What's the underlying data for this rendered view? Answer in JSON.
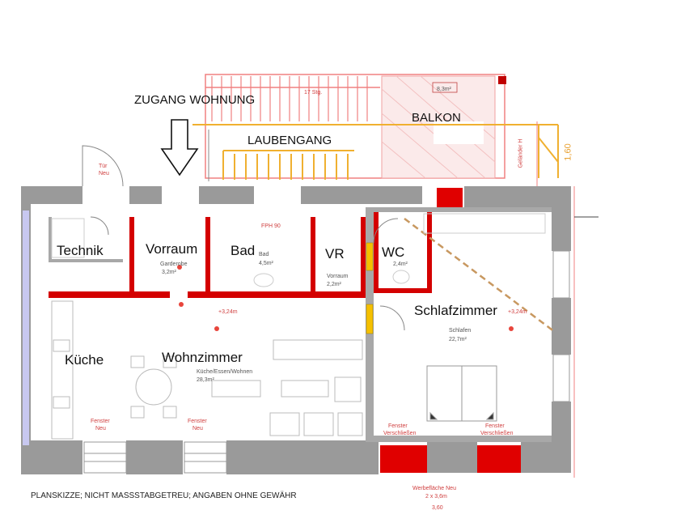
{
  "labels": {
    "zugang": "ZUGANG WOHNUNG",
    "balkon": "BALKON",
    "laubengang": "LAUBENGANG",
    "technik": "Technik",
    "vorraum": "Vorraum",
    "bad": "Bad",
    "vr": "VR",
    "wc": "WC",
    "kueche": "Küche",
    "wohnzimmer": "Wohnzimmer",
    "schlafzimmer": "Schlafzimmer"
  },
  "plan_text": {
    "vorraum_sub": "Garderobe",
    "vorraum_area": "3,2m²",
    "bad_sub": "Bad",
    "bad_area": "4,5m²",
    "vr_sub": "Vorraum",
    "vr_area": "2,2m²",
    "wc_area": "2,4m²",
    "wohnen_sub": "Küche/Essen/Wohnen",
    "wohnen_area": "28,3m²",
    "schlafen_sub": "Schlafen",
    "schlafen_area": "22,7m²",
    "fenster_neu": "Fenster",
    "neu": "Neu",
    "fenster_verschl": "Verschließen",
    "werbe": "Werbefläche Neu",
    "werbe_dim": "2 x 3,6m",
    "dim": "3,60",
    "level": "+3,24m",
    "tuer": "Tür",
    "tuer_neu": "Neu",
    "balkon_area": "8,3m²",
    "fph": "FPH 90",
    "height": "1,60",
    "gelaender": "Geländer H",
    "stiege": "17 Stg."
  },
  "footer": {
    "disclaimer": "PLANSKIZZE;  NICHT MASSSTABGETREU; ANGABEN OHNE GEWÄHR"
  },
  "colors": {
    "wall": "#9a9a9a",
    "wall_new": "#d90000",
    "annotation": "#e8453c",
    "stair": "#f0b030",
    "door_yellow": "#f5c000"
  }
}
